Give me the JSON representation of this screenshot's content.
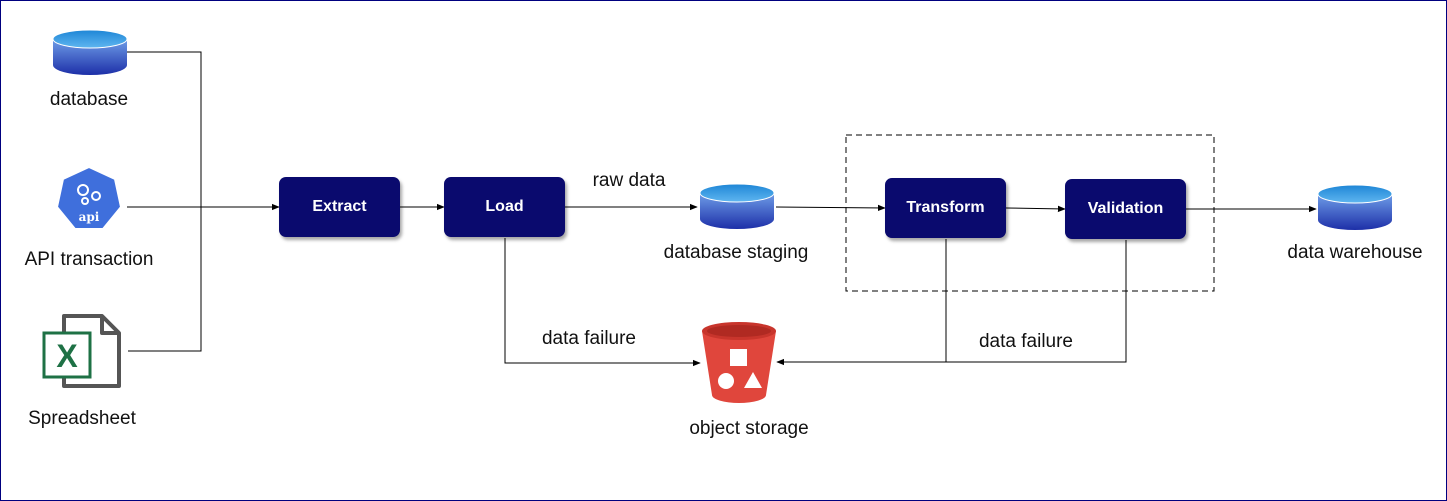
{
  "sources": {
    "database_label": "database",
    "api_label": "API transaction",
    "api_icon_text": "api",
    "spreadsheet_label": "Spreadsheet"
  },
  "steps": {
    "extract": "Extract",
    "load": "Load",
    "transform": "Transform",
    "validation": "Validation"
  },
  "edges": {
    "raw_data": "raw data",
    "load_failure": "data failure",
    "validation_failure": "data failure"
  },
  "stores": {
    "staging": "database staging",
    "warehouse": "data warehouse",
    "object_storage": "object storage"
  },
  "icons": {
    "database": "database-icon",
    "api": "kubernetes-api-icon",
    "spreadsheet": "excel-icon",
    "object_storage": "s3-bucket-icon"
  },
  "colors": {
    "box_fill": "#0a0a6e",
    "db_top": "#2a8fd8",
    "bucket": "#e0463c"
  }
}
